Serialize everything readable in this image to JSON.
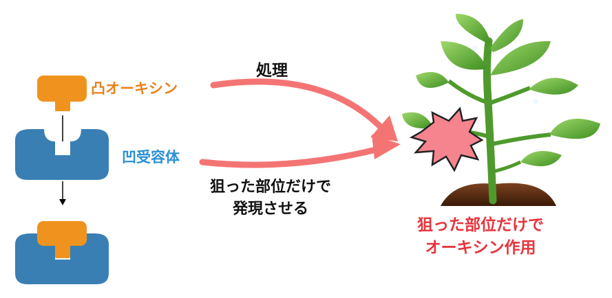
{
  "labels": {
    "auxin": "凸オーキシン",
    "receptor": "凹受容体",
    "process": "処理",
    "express_line1": "狙った部位だけで",
    "express_line2": "発現させる",
    "result_line1": "狙った部位だけで",
    "result_line2": "オーキシン作用"
  },
  "colors": {
    "auxin": "#f0931e",
    "receptor": "#3a7fb3",
    "arrow": "#f47474",
    "burst": "#f5848e",
    "leaf": "#5fae3a",
    "soil": "#5a2e12",
    "result_text": "#e8333a",
    "auxin_text": "#e8801a",
    "receptor_text": "#2a8fd6"
  },
  "icons": [
    "auxin-shape",
    "receptor-shape",
    "bound-complex",
    "curved-arrow",
    "plant-icon",
    "burst-icon"
  ]
}
